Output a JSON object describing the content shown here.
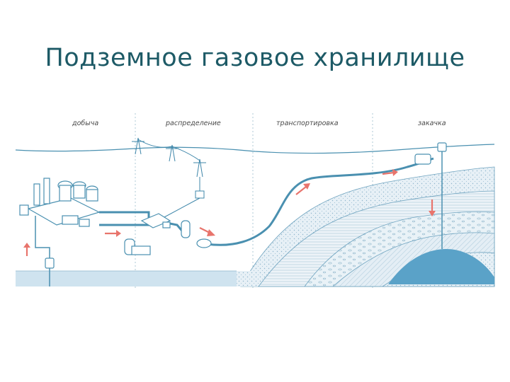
{
  "title": "Подземное газовое хранилище",
  "stages": [
    {
      "label": "добыча"
    },
    {
      "label": "распределение"
    },
    {
      "label": "транспортировка"
    },
    {
      "label": "закачка"
    }
  ],
  "colors": {
    "title": "#1d5a66",
    "pipe": "#4a90b0",
    "line": "#3f87aa",
    "water": "#cfe3ef",
    "rock": "#e4eef5",
    "gas": "#5aa2c8",
    "arrow": "#e8746c",
    "divider": "#9bbccc"
  },
  "icons": [
    "factory-icon",
    "power-tower-icon",
    "pump-icon",
    "storage-tank-icon",
    "flow-arrow-icon",
    "gas-dome-icon"
  ]
}
